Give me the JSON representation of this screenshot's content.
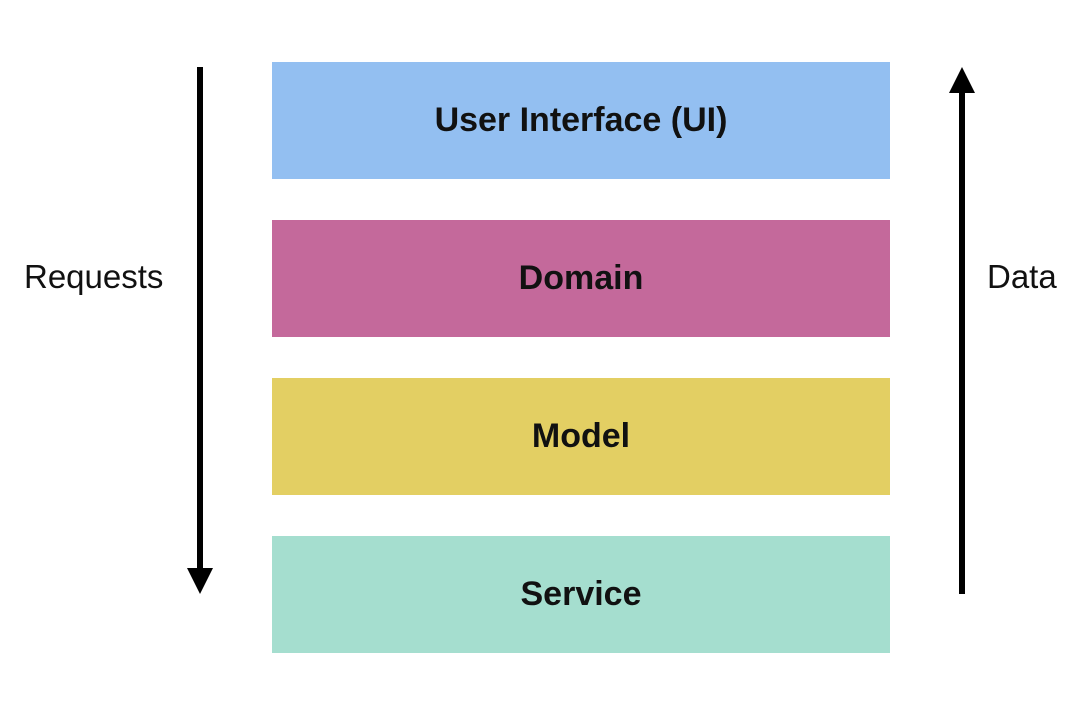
{
  "layers": [
    {
      "label": "User Interface (UI)",
      "color": "#93BFF1"
    },
    {
      "label": "Domain",
      "color": "#C4699B"
    },
    {
      "label": "Model",
      "color": "#E3CF63"
    },
    {
      "label": "Service",
      "color": "#A5DECF"
    }
  ],
  "left_arrow": {
    "label": "Requests",
    "direction": "down"
  },
  "right_arrow": {
    "label": "Data",
    "direction": "up"
  },
  "arrow_color": "#000000"
}
